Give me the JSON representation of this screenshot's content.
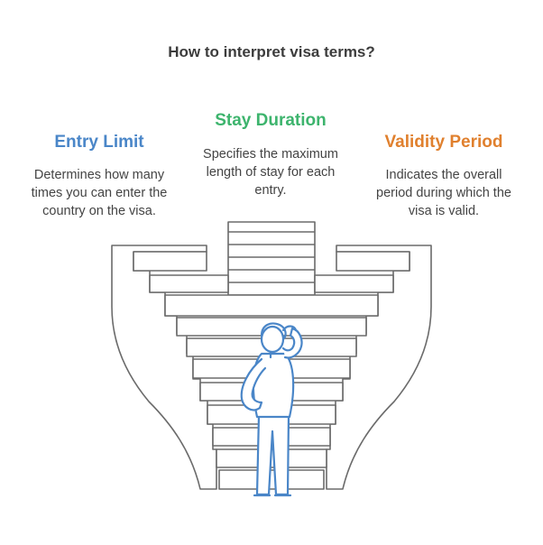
{
  "title": "How to interpret visa terms?",
  "sections": [
    {
      "heading": "Entry Limit",
      "color": "#4a86c8",
      "desc_lines": [
        "Determines how many",
        "times you can enter the",
        "country on the visa."
      ]
    },
    {
      "heading": "Stay Duration",
      "color": "#3db46d",
      "desc_lines": [
        "Specifies the maximum",
        "length of stay for each",
        "entry."
      ]
    },
    {
      "heading": "Validity Period",
      "color": "#e0802e",
      "desc_lines": [
        "Indicates the overall",
        "period during which the",
        "visa is valid."
      ]
    }
  ],
  "colors": {
    "outline": "#6b6b6b",
    "figure": "#4a86c8"
  },
  "icons": [
    "person-thinking-icon"
  ]
}
